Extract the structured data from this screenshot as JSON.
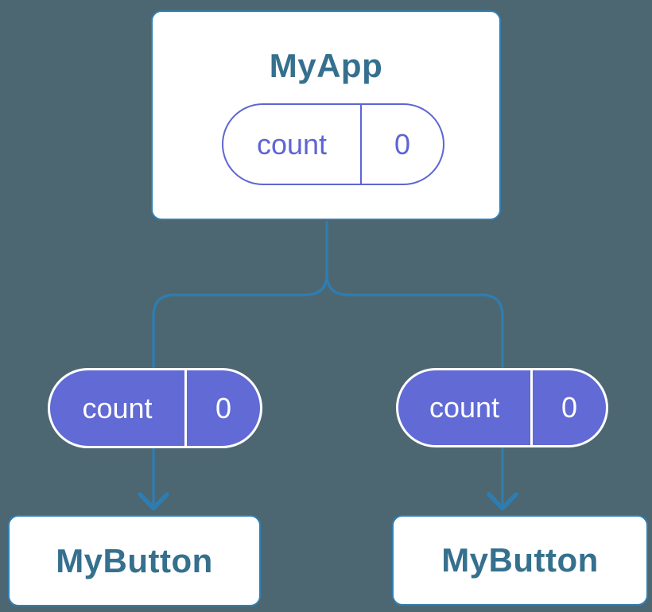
{
  "diagram": {
    "root": {
      "title": "MyApp",
      "state": {
        "label": "count",
        "value": "0"
      }
    },
    "children": [
      {
        "title": "MyButton",
        "state": {
          "label": "count",
          "value": "0"
        }
      },
      {
        "title": "MyButton",
        "state": {
          "label": "count",
          "value": "0"
        }
      }
    ]
  },
  "colors": {
    "background": "#4c6771",
    "line": "#2e7db2",
    "node_border": "#2f7fb5",
    "node_bg": "#ffffff",
    "title_text": "#35708e",
    "state_accent": "#5e65d2",
    "state_fill": "#616ad5",
    "state_text_on_fill": "#ffffff"
  }
}
